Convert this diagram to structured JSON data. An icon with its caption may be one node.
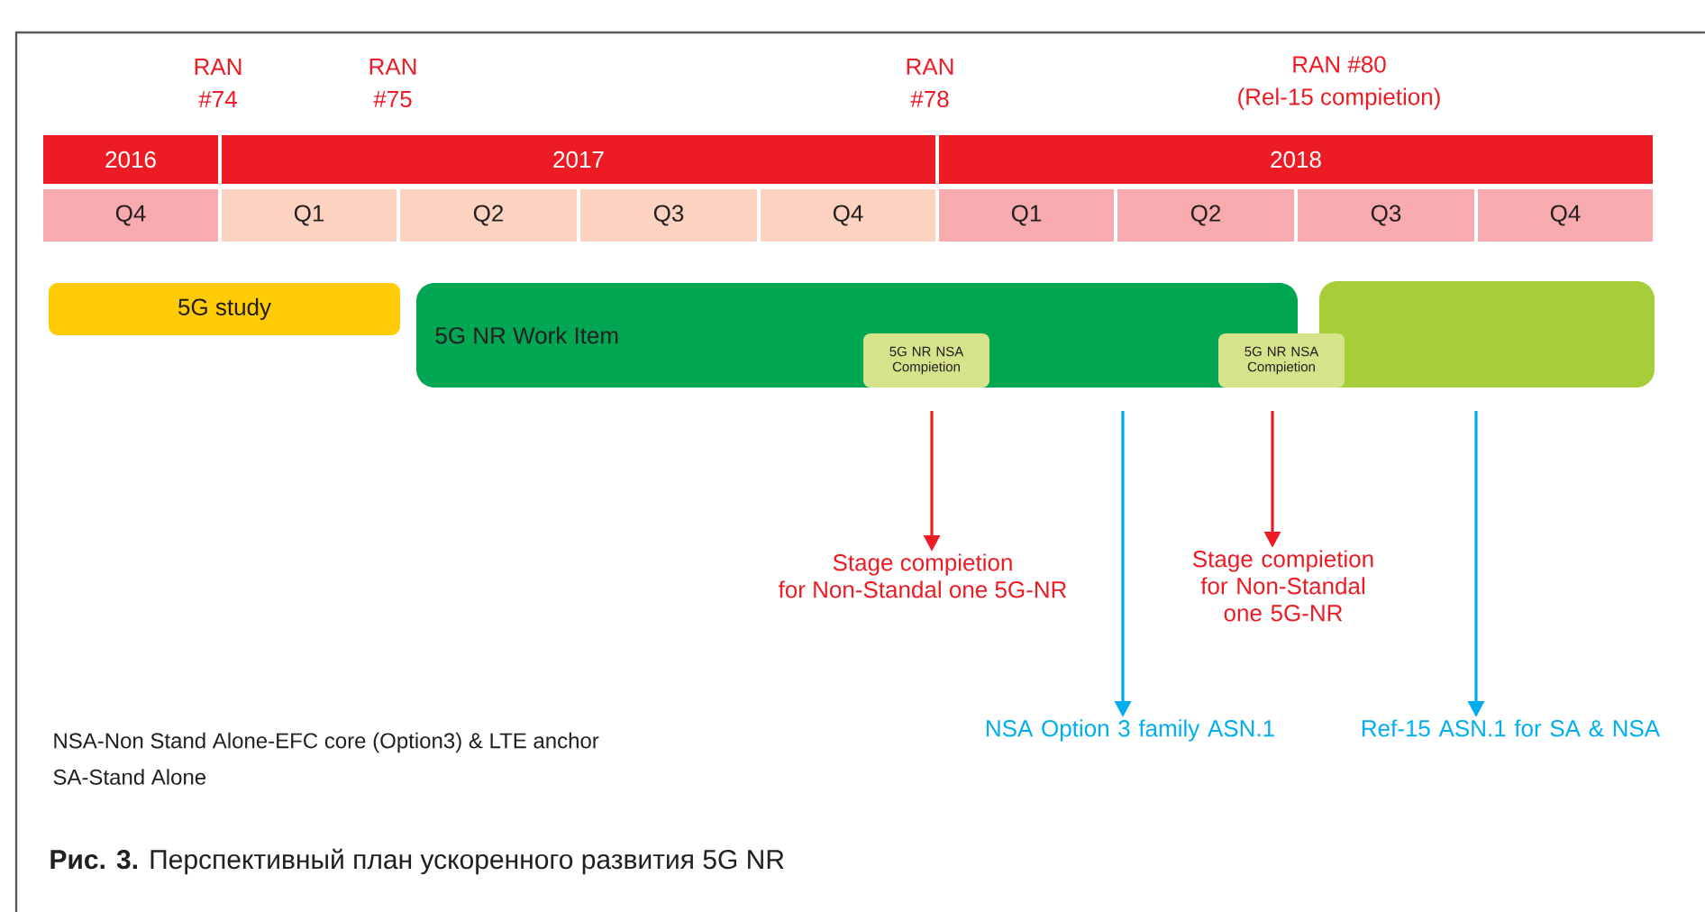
{
  "diagram": {
    "caption": "**Рис. 3.** Перспективный план ускоренного развития 5G NR",
    "nodes": [
      {
        "text": [
          "2016"
        ]
      },
      {
        "text": [
          "2017"
        ]
      },
      {
        "text": [
          "2018"
        ]
      },
      {
        "text": [
          "Q4"
        ]
      },
      {
        "text": [
          "Q1"
        ]
      },
      {
        "text": [
          "Q2"
        ]
      },
      {
        "text": [
          "Q3"
        ]
      },
      {
        "text": [
          "Q4"
        ]
      },
      {
        "text": [
          "Q1"
        ]
      },
      {
        "text": [
          "Q2"
        ]
      },
      {
        "text": [
          "Q3"
        ]
      },
      {
        "text": [
          "Q4"
        ]
      },
      {
        "text": [
          "5G study"
        ]
      },
      {
        "text": [
          "5G NR Work Item"
        ]
      },
      {
        "text": [],
        "shape": "box"
      },
      {
        "text": [
          "5G NR NSA Compietion"
        ],
        "in": 13
      },
      {
        "text": [
          "5G NR NSA Compietion"
        ]
      },
      {
        "text": [
          "Stage compietion for Non-Standal one 5G-NR"
        ]
      },
      {
        "text": [
          "NSA Option 3 family ASN.1"
        ]
      },
      {
        "text": [
          "Stage compietion for Non-Standal one 5G-NR"
        ]
      },
      {
        "text": [
          "Ref-15 ASN.1 for SA & NSA"
        ]
      }
    ],
    "edges": [
      {
        "from": null,
        "to": 17,
        "arrow": "to",
        "color": "#ed1c24"
      },
      {
        "from": null,
        "to": 18,
        "arrow": "to",
        "color": "#00aeef"
      },
      {
        "from": null,
        "to": 19,
        "arrow": "to",
        "color": "#ed1c24"
      },
      {
        "from": null,
        "to": 20,
        "arrow": "to",
        "color": "#00aeef"
      }
    ],
    "labels": [
      "RAN #74",
      "RAN #75",
      "RAN #78",
      "RAN #80 (Rel-15 compietion)",
      "NSA-Non Stand Alone-EFC core (Option3) & LTE anchor",
      "SA-Stand Alone"
    ]
  }
}
